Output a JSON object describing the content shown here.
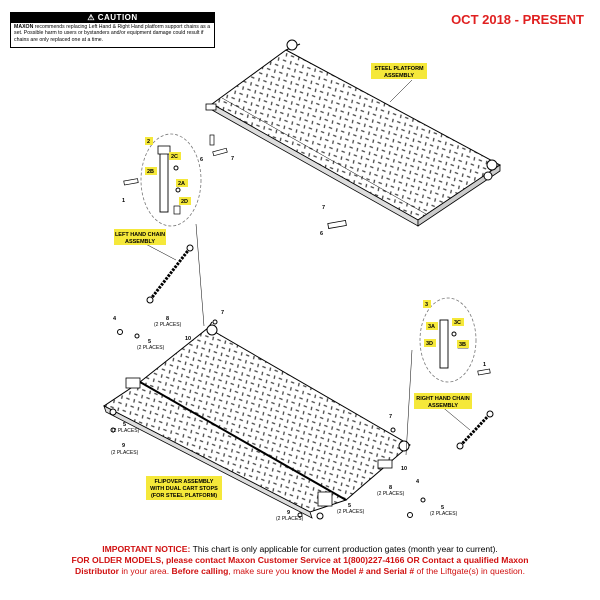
{
  "caution": {
    "title": "CAUTION",
    "brand": "MAXON",
    "text": "recommends replacing Left Hand & Right Hand platform support chains as a set. Possible harm to users or bystanders and/or equipment damage could result if chains are only replaced one at a time."
  },
  "date_range": "OCT 2018 - PRESENT",
  "labels": {
    "steel_platform_1": "STEEL PLATFORM",
    "steel_platform_2": "ASSEMBLY",
    "left_chain_1": "LEFT HAND CHAIN",
    "left_chain_2": "ASSEMBLY",
    "right_chain_1": "RIGHT HAND CHAIN",
    "right_chain_2": "ASSEMBLY",
    "flipover_1": "FLIPOVER ASSEMBLY",
    "flipover_2": "WITH DUAL CART STOPS",
    "flipover_3": "(FOR STEEL PLATFORM)"
  },
  "callouts": {
    "c1a": "1",
    "c2": "2",
    "c2b": "2B",
    "c2c": "2C",
    "c2a": "2A",
    "c2d": "2D",
    "c6a": "6",
    "c7a": "7",
    "c7b": "7",
    "c6b": "6",
    "c4a": "4",
    "c8a": "8",
    "c5a": "5",
    "c10a": "10",
    "c7c": "7",
    "c3": "3",
    "c3a": "3A",
    "c3c": "3C",
    "c3d": "3D",
    "c3b": "3B",
    "c1b": "1",
    "c5b": "5",
    "c9a": "9",
    "c7d": "7",
    "c10b": "10",
    "c8b": "8",
    "c4b": "4",
    "c5c": "5",
    "c5d": "5",
    "c9b": "9"
  },
  "places": {
    "p8a": "(2 PLACES)",
    "p5a": "(2 PLACES)",
    "p5b": "(2 PLACES)",
    "p9a": "(2 PLACES)",
    "p8b": "(2 PLACES)",
    "p5c": "(2 PLACES)",
    "p5d": "(2 PLACES)",
    "p9b": "(2 PLACES)"
  },
  "notice": {
    "lead": "IMPORTANT NOTICE:",
    "line1_rest": " This chart is only applicable for current production gates (month year to current).",
    "line2": "FOR OLDER MODELS, please contact Maxon Customer Service at 1(800)227-4166 OR Contact a qualified Maxon",
    "line3_a": "Distributor",
    "line3_b": " in your area. ",
    "line3_c": "Before calling",
    "line3_d": ", make sure you ",
    "line3_e": "know the Model # and Serial #",
    "line3_f": " of the Liftgate(s) in question."
  },
  "colors": {
    "callout_yellow": "#f5e83a",
    "notice_red": "#d01010",
    "date_red": "#e02020"
  }
}
